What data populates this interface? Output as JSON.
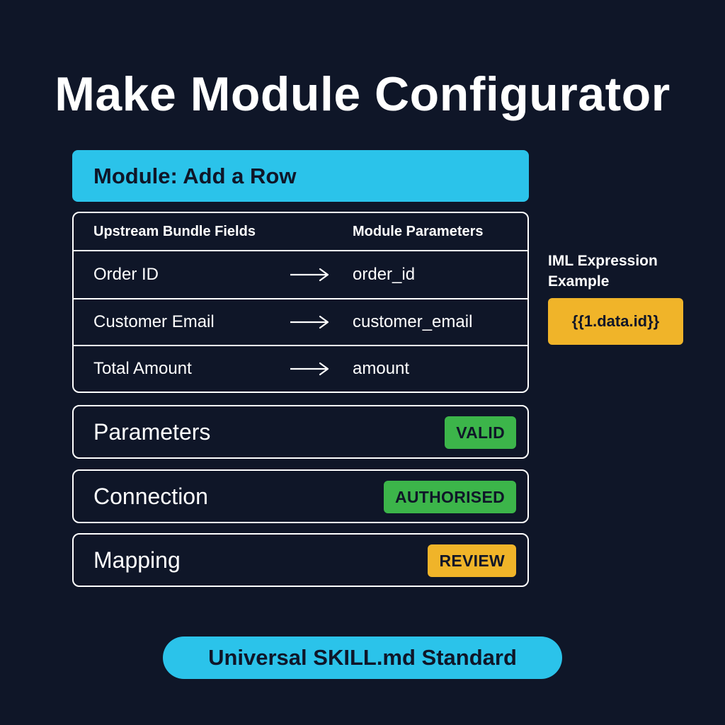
{
  "title": "Make Module Configurator",
  "module": {
    "header": "Module: Add a Row"
  },
  "mapping": {
    "headers": {
      "left": "Upstream Bundle Fields",
      "right": "Module Parameters"
    },
    "rows": [
      {
        "source": "Order ID",
        "target": "order_id",
        "icon": "arrow-right-icon"
      },
      {
        "source": "Customer Email",
        "target": "customer_email",
        "icon": "arrow-right-icon"
      },
      {
        "source": "Total Amount",
        "target": "amount",
        "icon": "arrow-right-icon"
      }
    ]
  },
  "iml": {
    "label": "IML Expression Example",
    "expression": "{{1.data.id}}"
  },
  "status": [
    {
      "label": "Parameters",
      "badge": "VALID",
      "color": "#3cb54a"
    },
    {
      "label": "Connection",
      "badge": "AUTHORISED",
      "color": "#3cb54a"
    },
    {
      "label": "Mapping",
      "badge": "REVIEW",
      "color": "#f0b429"
    }
  ],
  "footer": "Universal SKILL.md Standard",
  "colors": {
    "background": "#0f1628",
    "accent": "#2bc3ea",
    "success": "#3cb54a",
    "warning": "#f0b429"
  }
}
